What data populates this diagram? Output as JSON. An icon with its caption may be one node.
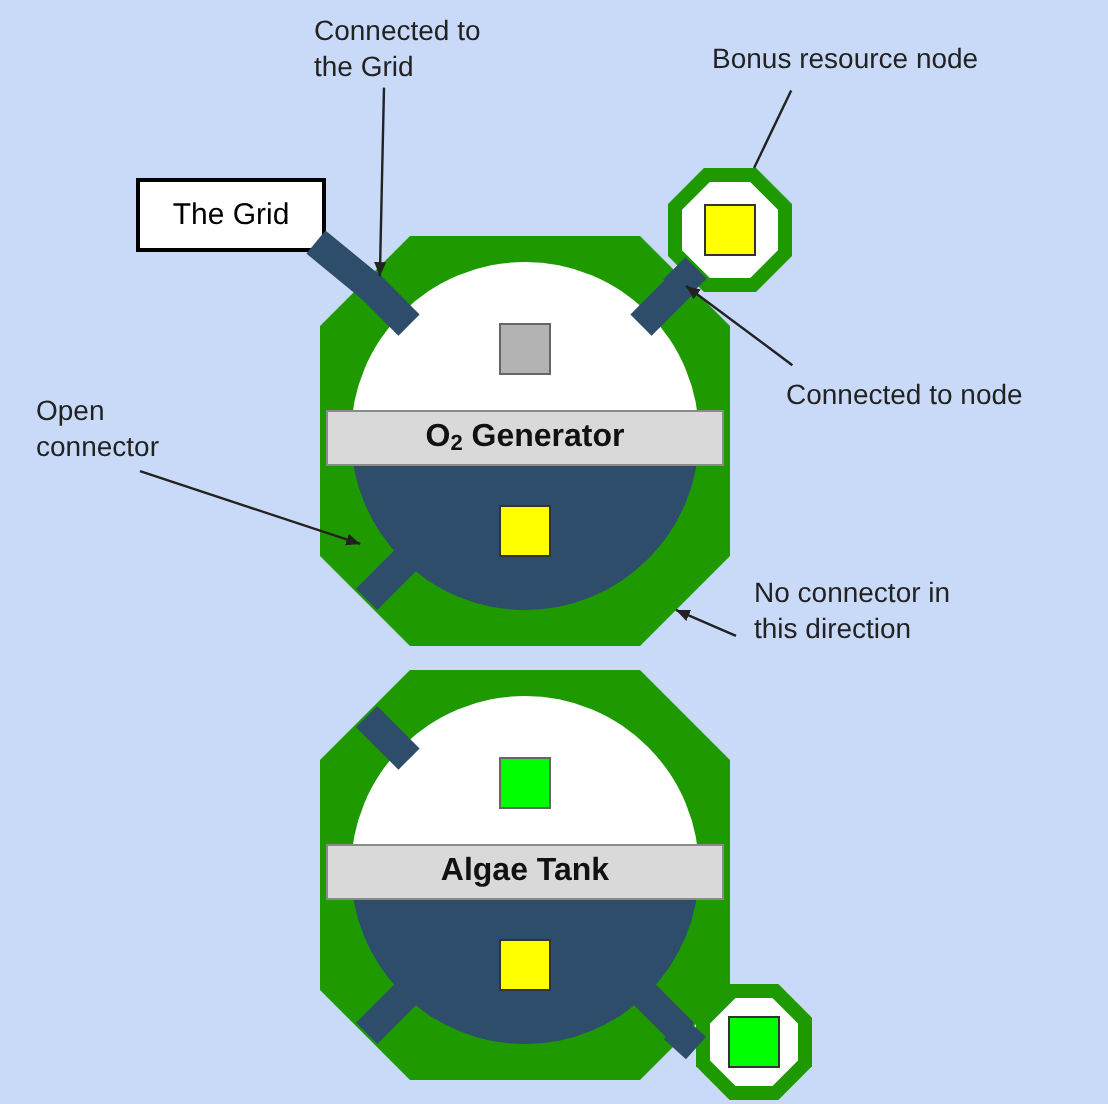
{
  "diagram": {
    "nodes": [
      {
        "text": [
          "Connected to the Grid"
        ]
      },
      {
        "text": [
          "Bonus resource node"
        ]
      },
      {
        "text": [
          "The Grid"
        ]
      },
      {
        "text": [
          "O$_{2}$ Generator"
        ]
      },
      {
        "text": [],
        "shape": "octagon"
      },
      {
        "text": [
          "Connected to node"
        ]
      },
      {
        "text": [
          "Open connector"
        ]
      },
      {
        "text": [
          "No connector in this direction"
        ]
      },
      {
        "text": [
          "Algae Tank"
        ]
      },
      {
        "text": [],
        "shape": "octagon"
      }
    ],
    "edges": [
      {
        "from": 2,
        "to": 3,
        "arrow": "none",
        "style": "thick",
        "color": "#2e4d6b"
      },
      {
        "from": 3,
        "to": 4,
        "arrow": "none",
        "style": "thick",
        "color": "#2e4d6b"
      },
      {
        "from": 8,
        "to": 9,
        "arrow": "none",
        "style": "thick",
        "color": "#2e4d6b"
      },
      {
        "from": 0,
        "to": 3,
        "arrow": "to"
      },
      {
        "from": 1,
        "to": 4,
        "arrow": "none"
      },
      {
        "from": 5,
        "to": 4,
        "arrow": "to"
      },
      {
        "from": 6,
        "to": 3,
        "arrow": "to"
      },
      {
        "from": 7,
        "to": 3,
        "arrow": "to"
      }
    ]
  }
}
